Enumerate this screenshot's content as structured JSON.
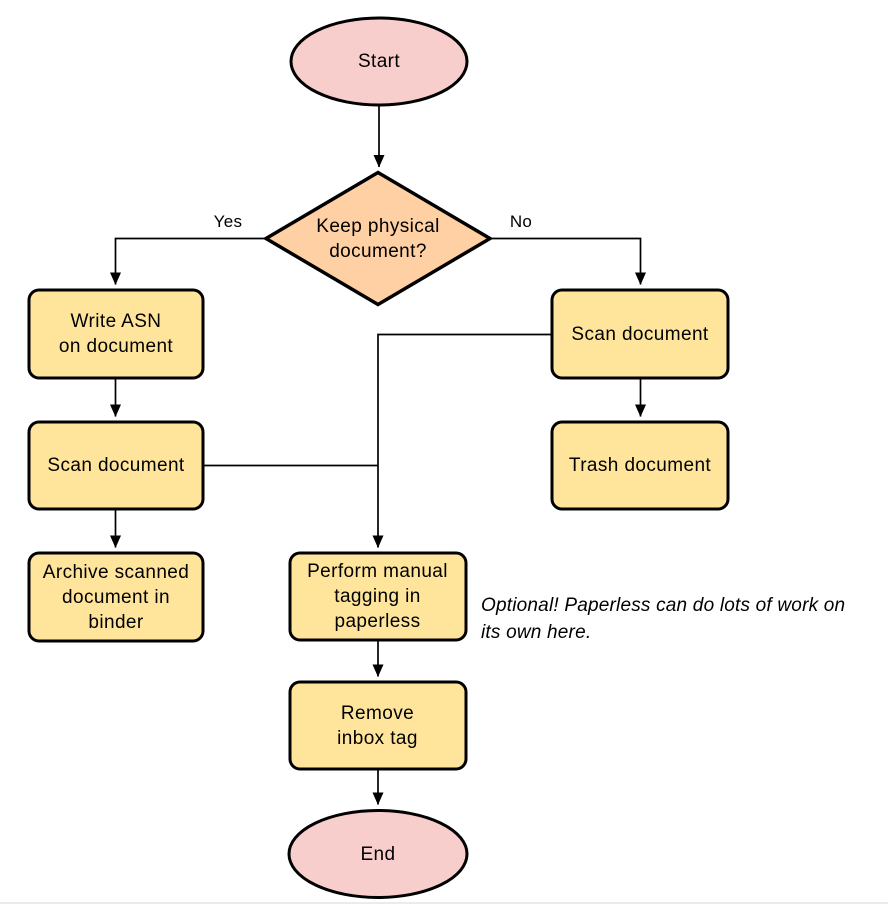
{
  "diagram": {
    "type": "flowchart",
    "background": "#ffffff",
    "colors": {
      "terminal_fill": "#f8cecc",
      "process_fill": "#ffe59c",
      "decision_fill": "#ffd0a3",
      "stroke": "#000000",
      "bottom_rule": "#e9ecef"
    },
    "nodes": {
      "start": {
        "type": "terminal",
        "label": "Start"
      },
      "decision": {
        "type": "decision",
        "label": "Keep physical\ndocument?"
      },
      "write_asn": {
        "type": "process",
        "label": "Write ASN\non document"
      },
      "scan_left": {
        "type": "process",
        "label": "Scan document"
      },
      "archive": {
        "type": "process",
        "label": "Archive scanned\ndocument in\nbinder"
      },
      "scan_right": {
        "type": "process",
        "label": "Scan document"
      },
      "trash": {
        "type": "process",
        "label": "Trash document"
      },
      "perform_tagging": {
        "type": "process",
        "label": "Perform manual\ntagging in\npaperless"
      },
      "remove_inbox": {
        "type": "process",
        "label": "Remove\ninbox tag"
      },
      "end": {
        "type": "terminal",
        "label": "End"
      }
    },
    "edge_labels": {
      "yes": "Yes",
      "no": "No"
    },
    "note": "Optional! Paperless can do lots of work on\nits own here.",
    "edges": [
      "start -> decision",
      "decision -Yes-> write_asn",
      "decision -No-> scan_right",
      "write_asn -> scan_left",
      "scan_left -> archive",
      "scan_left -> perform_tagging",
      "scan_right -> trash",
      "scan_right -> perform_tagging",
      "perform_tagging -> remove_inbox",
      "remove_inbox -> end"
    ]
  }
}
